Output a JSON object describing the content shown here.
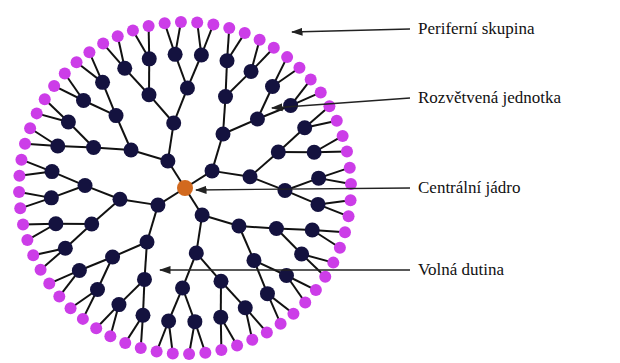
{
  "diagram": {
    "labels": [
      "Periferní skupina",
      "Rozvětvená jednotka",
      "Centrální jádro",
      "Volná dutina"
    ]
  }
}
